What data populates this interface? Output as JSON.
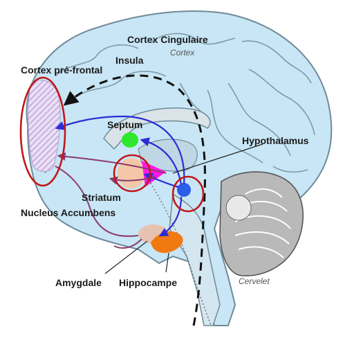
{
  "labels": {
    "cortex_cingulaire": "Cortex Cingulaire",
    "cortex": "Cortex",
    "insula": "Insula",
    "cortex_prefrontal": "Cortex pré-frontal",
    "septum": "Septum",
    "hypothalamus": "Hypothalamus",
    "striatum": "Striatum",
    "nucleus_accumbens": "Nucleus Accumbens",
    "amygdale": "Amygdale",
    "hippocampe": "Hippocampe",
    "cervelet": "Cervelet"
  },
  "colors": {
    "brain_fill": "#c8e6f5",
    "brain_outline": "#6e8a99",
    "cerebellum_fill": "#b9b9b9",
    "pathway_blue": "#2b2bd6",
    "pathway_purple": "#8a3a6e",
    "highlight_red": "#c01818",
    "septum": "#2ee82e",
    "hypothalamus": "#ff19e6",
    "blue_nucleus": "#2b5fe8",
    "striatum": "#f4c7a8",
    "amygdale": "#e8c2b0",
    "hippocampe": "#f07a10",
    "prefrontal_hatch": "#b69ad6"
  }
}
